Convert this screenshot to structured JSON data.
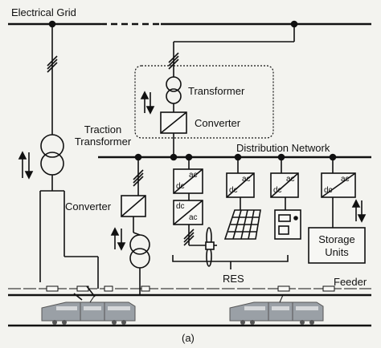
{
  "labels": {
    "grid": "Electrical Grid",
    "traction_transformer_line1": "Traction",
    "traction_transformer_line2": "Transformer",
    "converter_left": "Converter",
    "transformer_top": "Transformer",
    "converter_top": "Converter",
    "distribution_network": "Distribution Network",
    "res": "RES",
    "feeder": "Feeder",
    "storage_line1": "Storage",
    "storage_line2": "Units",
    "caption": "(a)"
  },
  "converter_text": {
    "ac": "ac",
    "dc": "dc"
  },
  "colors": {
    "line": "#111111",
    "background": "#f3f3ef",
    "box_fill": "#f7f7f4",
    "train": "#9aa0a6"
  }
}
